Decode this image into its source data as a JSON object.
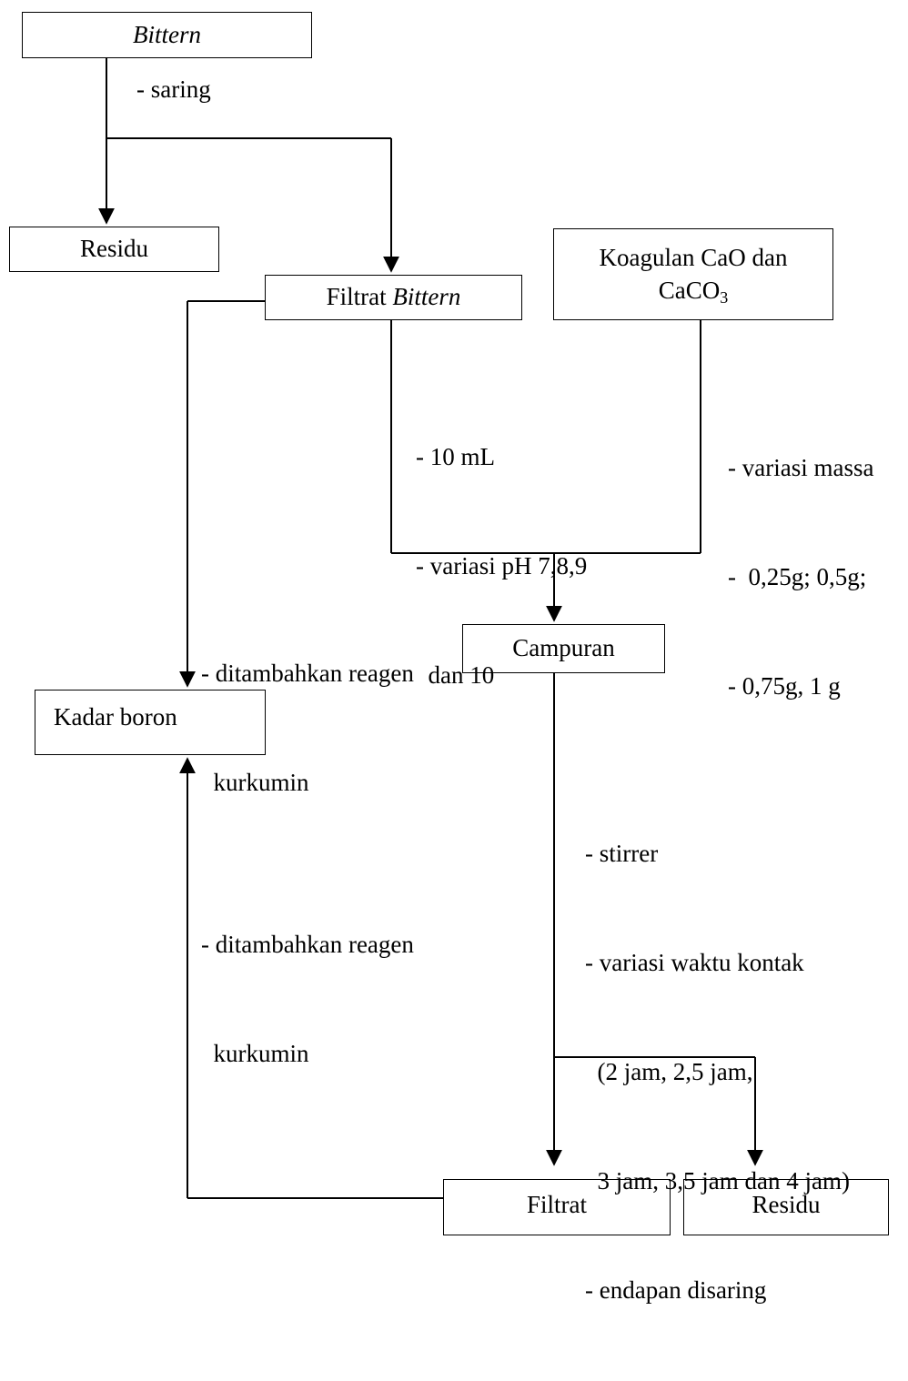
{
  "boxes": {
    "bittern": "Bittern",
    "residu_top": "Residu",
    "filtrat_bittern_prefix": "Filtrat ",
    "filtrat_bittern_italic": "Bittern",
    "koagulan_line1": "Koagulan CaO dan",
    "koagulan_line2_base": "CaCO",
    "koagulan_line2_sub": "3",
    "campuran": "Campuran",
    "kadar_boron": "Kadar boron",
    "filtrat": "Filtrat",
    "residu_bottom": "Residu"
  },
  "notes": {
    "saring": "- saring",
    "filtrat_steps": [
      "- 10 mL",
      "- variasi pH 7,8,9",
      "  dan 10"
    ],
    "massa_steps": [
      "- variasi massa",
      "-  0,25g; 0,5g;",
      "- 0,75g, 1 g"
    ],
    "reagen_top": [
      "- ditambahkan reagen",
      "  kurkumin"
    ],
    "reagen_bottom": [
      "- ditambahkan reagen",
      "  kurkumin"
    ],
    "campuran_steps": [
      "- stirrer",
      "- variasi waktu kontak",
      "  (2 jam, 2,5 jam,",
      "  3 jam, 3,5 jam dan 4 jam)",
      "- endapan disaring"
    ]
  }
}
